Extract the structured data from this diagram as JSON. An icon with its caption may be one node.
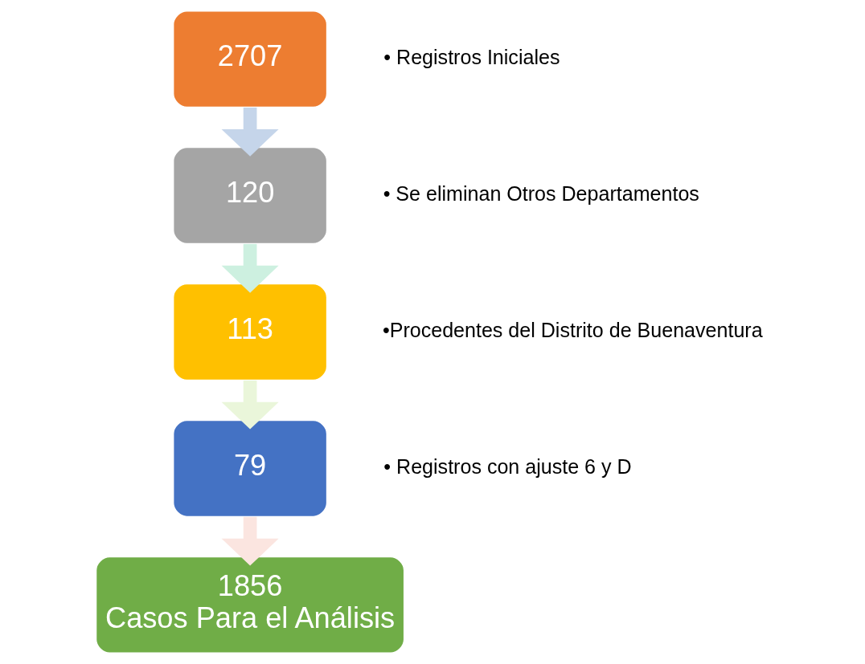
{
  "diagram": {
    "nodes": [
      {
        "text": [
          "2707"
        ],
        "beside": [
          "• Registros Iniciales"
        ]
      },
      {
        "text": [
          "120"
        ],
        "beside": [
          "• Se eliminan Otros Departamentos"
        ]
      },
      {
        "text": [
          "113"
        ],
        "beside": [
          "•Procedentes del Distrito de Buenaventura"
        ]
      },
      {
        "text": [
          "79"
        ],
        "beside": [
          "• Registros con ajuste 6 y D"
        ]
      },
      {
        "text": [
          "1856",
          "Casos Para el Análisis"
        ]
      }
    ],
    "edges": [
      {
        "from": 0,
        "to": 1,
        "arrow": "to",
        "color": "#c5d5ea"
      },
      {
        "from": 1,
        "to": 2,
        "arrow": "to",
        "color": "#cdf0e0"
      },
      {
        "from": 2,
        "to": 3,
        "arrow": "to",
        "color": "#eaf6da"
      },
      {
        "from": 3,
        "to": 4,
        "arrow": "to",
        "color": "#fbe5e0"
      }
    ]
  }
}
